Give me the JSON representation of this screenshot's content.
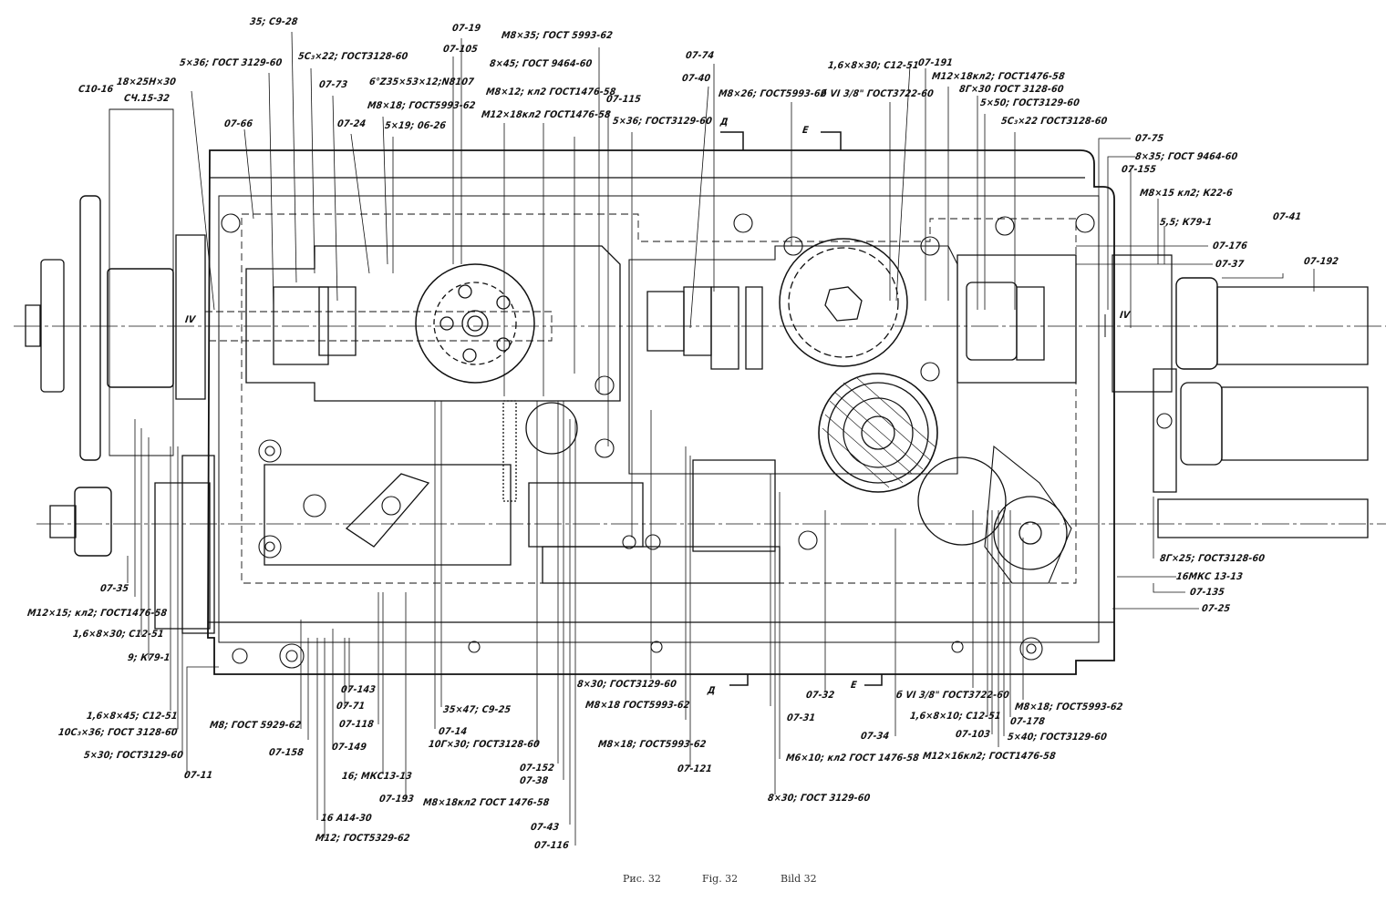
{
  "figure": {
    "captions": [
      "Рис. 32",
      "Fig. 32",
      "Bild 32"
    ],
    "section_marks": {
      "roman": "IV",
      "cut_d": "Д",
      "cut_e": "Е"
    }
  },
  "callouts": {
    "top": [
      {
        "id": "c1",
        "text": "35; С9-28"
      },
      {
        "id": "c2",
        "text": "5×36; ГОСТ 3129-60"
      },
      {
        "id": "c3",
        "text": "5С₃×22; ГОСТ3128-60"
      },
      {
        "id": "c4",
        "text": "С10-16"
      },
      {
        "id": "c5",
        "text": "18×25Н×30"
      },
      {
        "id": "c6",
        "text": "СЧ.15-32"
      },
      {
        "id": "c7",
        "text": "07-73"
      },
      {
        "id": "c8",
        "text": "07-66"
      },
      {
        "id": "c9",
        "text": "07-24"
      },
      {
        "id": "c10",
        "text": "6°Z35×53×12;N8107"
      },
      {
        "id": "c11",
        "text": "М8×18; ГОСТ5993-62"
      },
      {
        "id": "c12",
        "text": "5×19; 06-26"
      },
      {
        "id": "c13",
        "text": "07-19"
      },
      {
        "id": "c14",
        "text": "07-105"
      },
      {
        "id": "c15",
        "text": "М8×35; ГОСТ 5993-62"
      },
      {
        "id": "c16",
        "text": "8×45; ГОСТ 9464-60"
      },
      {
        "id": "c17",
        "text": "М8×12; кл2 ГОСТ1476-58"
      },
      {
        "id": "c18",
        "text": "М12×18кл2 ГОСТ1476-58"
      },
      {
        "id": "c19",
        "text": "07-115"
      },
      {
        "id": "c20",
        "text": "5×36; ГОСТ3129-60"
      },
      {
        "id": "c21",
        "text": "07-74"
      },
      {
        "id": "c22",
        "text": "07-40"
      },
      {
        "id": "c23",
        "text": "М8×26; ГОСТ5993-62"
      },
      {
        "id": "c24",
        "text": "б VI 3/8\" ГОСТ3722-60"
      },
      {
        "id": "c25",
        "text": "1,6×8×30; С12-51"
      },
      {
        "id": "c26",
        "text": "07-191"
      },
      {
        "id": "c27",
        "text": "М12×18кл2; ГОСТ1476-58"
      },
      {
        "id": "c28",
        "text": "8Г×30 ГОСТ 3128-60"
      },
      {
        "id": "c29",
        "text": "5×50; ГОСТ3129-60"
      },
      {
        "id": "c30",
        "text": "5С₃×22 ГОСТ3128-60"
      }
    ],
    "right": [
      {
        "id": "r1",
        "text": "07-75"
      },
      {
        "id": "r2",
        "text": "8×35; ГОСТ 9464-60"
      },
      {
        "id": "r3",
        "text": "07-155"
      },
      {
        "id": "r4",
        "text": "М8×15 кл2; К22-6"
      },
      {
        "id": "r5",
        "text": "5,5; К79-1"
      },
      {
        "id": "r6",
        "text": "07-41"
      },
      {
        "id": "r7",
        "text": "07-176"
      },
      {
        "id": "r8",
        "text": "07-37"
      },
      {
        "id": "r9",
        "text": "07-192"
      },
      {
        "id": "r10",
        "text": "8Г×25; ГОСТ3128-60"
      },
      {
        "id": "r11",
        "text": "16МКС 13-13"
      },
      {
        "id": "r12",
        "text": "07-135"
      },
      {
        "id": "r13",
        "text": "07-25"
      }
    ],
    "left": [
      {
        "id": "l1",
        "text": "07-35"
      },
      {
        "id": "l2",
        "text": "М12×15; кл2; ГОСТ1476-58"
      },
      {
        "id": "l3",
        "text": "1,6×8×30; С12-51"
      },
      {
        "id": "l4",
        "text": "9; К79-1"
      },
      {
        "id": "l5",
        "text": "1,6×8×45; С12-51"
      },
      {
        "id": "l6",
        "text": "10С₃×36; ГОСТ 3128-60"
      },
      {
        "id": "l7",
        "text": "5×30; ГОСТ3129-60"
      },
      {
        "id": "l8",
        "text": "07-11"
      }
    ],
    "bottom": [
      {
        "id": "b1",
        "text": "М8; ГОСТ 5929-62"
      },
      {
        "id": "b2",
        "text": "07-143"
      },
      {
        "id": "b3",
        "text": "07-71"
      },
      {
        "id": "b4",
        "text": "07-118"
      },
      {
        "id": "b5",
        "text": "07-158"
      },
      {
        "id": "b6",
        "text": "07-149"
      },
      {
        "id": "b7",
        "text": "16; МКС13-13"
      },
      {
        "id": "b8",
        "text": "07-193"
      },
      {
        "id": "b9",
        "text": "16 А14-30"
      },
      {
        "id": "b10",
        "text": "М12; ГОСТ5329-62"
      },
      {
        "id": "b11",
        "text": "35×47; С9-25"
      },
      {
        "id": "b12",
        "text": "07-14"
      },
      {
        "id": "b13",
        "text": "10Г×30; ГОСТ3128-60"
      },
      {
        "id": "b14",
        "text": "М8×18кл2 ГОСТ 1476-58"
      },
      {
        "id": "b15",
        "text": "07-152"
      },
      {
        "id": "b16",
        "text": "07-38"
      },
      {
        "id": "b17",
        "text": "07-43"
      },
      {
        "id": "b18",
        "text": "07-116"
      },
      {
        "id": "b19",
        "text": "8×30; ГОСТ3129-60"
      },
      {
        "id": "b20",
        "text": "М8×18 ГОСТ5993-62"
      },
      {
        "id": "b21",
        "text": "М8×18; ГОСТ5993-62"
      },
      {
        "id": "b22",
        "text": "07-121"
      },
      {
        "id": "b23",
        "text": "07-32"
      },
      {
        "id": "b24",
        "text": "07-31"
      },
      {
        "id": "b25",
        "text": "07-34"
      },
      {
        "id": "b26",
        "text": "М6×10; кл2 ГОСТ 1476-58"
      },
      {
        "id": "b27",
        "text": "8×30; ГОСТ 3129-60"
      },
      {
        "id": "b28",
        "text": "б VI 3/8\" ГОСТ3722-60"
      },
      {
        "id": "b29",
        "text": "1,6×8×10; С12-51"
      },
      {
        "id": "b30",
        "text": "07-103"
      },
      {
        "id": "b31",
        "text": "М12×16кл2; ГОСТ1476-58"
      },
      {
        "id": "b32",
        "text": "М8×18; ГОСТ5993-62"
      },
      {
        "id": "b33",
        "text": "07-178"
      },
      {
        "id": "b34",
        "text": "5×40; ГОСТ3129-60"
      }
    ]
  }
}
